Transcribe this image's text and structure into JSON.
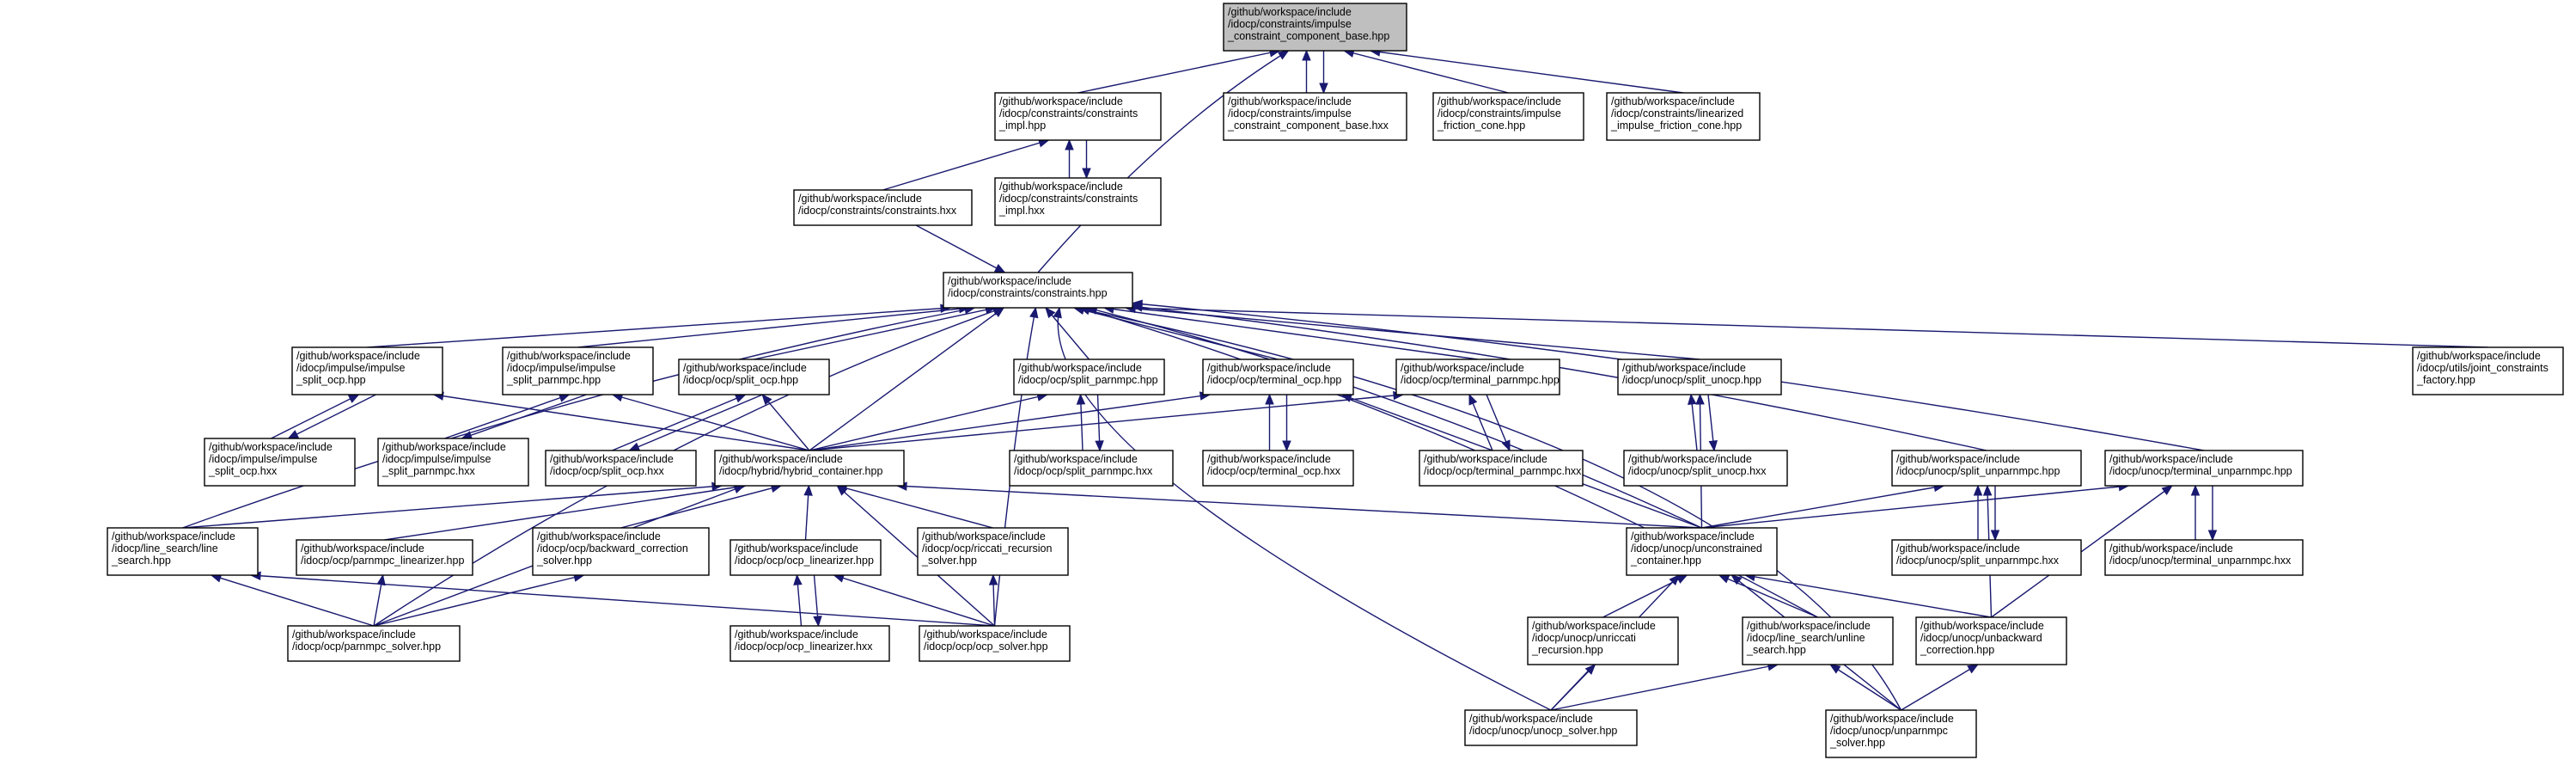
{
  "graph": {
    "nodes": [
      {
        "id": "cc_base",
        "lines": [
          "/github/workspace/include",
          "/idocp/constraints/impulse",
          "_constraint_component_base.hpp"
        ],
        "focus": true
      },
      {
        "id": "constraints_impl",
        "lines": [
          "/github/workspace/include",
          "/idocp/constraints/constraints",
          "_impl.hpp"
        ]
      },
      {
        "id": "cc_base_hxx",
        "lines": [
          "/github/workspace/include",
          "/idocp/constraints/impulse",
          "_constraint_component_base.hxx"
        ]
      },
      {
        "id": "impulse_fric",
        "lines": [
          "/github/workspace/include",
          "/idocp/constraints/impulse",
          "_friction_cone.hpp"
        ]
      },
      {
        "id": "linearized_fric",
        "lines": [
          "/github/workspace/include",
          "/idocp/constraints/linearized",
          "_impulse_friction_cone.hpp"
        ]
      },
      {
        "id": "constraints_hxx",
        "lines": [
          "/github/workspace/include",
          "/idocp/constraints/constraints.hxx"
        ]
      },
      {
        "id": "constraints_impl_hxx",
        "lines": [
          "/github/workspace/include",
          "/idocp/constraints/constraints",
          "_impl.hxx"
        ]
      },
      {
        "id": "constraints_hpp",
        "lines": [
          "/github/workspace/include",
          "/idocp/constraints/constraints.hpp"
        ]
      },
      {
        "id": "imp_split_ocp",
        "lines": [
          "/github/workspace/include",
          "/idocp/impulse/impulse",
          "_split_ocp.hpp"
        ]
      },
      {
        "id": "imp_split_pmpc",
        "lines": [
          "/github/workspace/include",
          "/idocp/impulse/impulse",
          "_split_parnmpc.hpp"
        ]
      },
      {
        "id": "split_ocp",
        "lines": [
          "/github/workspace/include",
          "/idocp/ocp/split_ocp.hpp"
        ]
      },
      {
        "id": "split_pmpc",
        "lines": [
          "/github/workspace/include",
          "/idocp/ocp/split_parnmpc.hpp"
        ]
      },
      {
        "id": "terminal_ocp",
        "lines": [
          "/github/workspace/include",
          "/idocp/ocp/terminal_ocp.hpp"
        ]
      },
      {
        "id": "terminal_pmpc",
        "lines": [
          "/github/workspace/include",
          "/idocp/ocp/terminal_parnmpc.hpp"
        ]
      },
      {
        "id": "split_unocp",
        "lines": [
          "/github/workspace/include",
          "/idocp/unocp/split_unocp.hpp"
        ]
      },
      {
        "id": "joint_factory",
        "lines": [
          "/github/workspace/include",
          "/idocp/utils/joint_constraints",
          "_factory.hpp"
        ]
      },
      {
        "id": "imp_split_ocp_hxx",
        "lines": [
          "/github/workspace/include",
          "/idocp/impulse/impulse",
          "_split_ocp.hxx"
        ]
      },
      {
        "id": "imp_split_pmpc_hxx",
        "lines": [
          "/github/workspace/include",
          "/idocp/impulse/impulse",
          "_split_parnmpc.hxx"
        ]
      },
      {
        "id": "split_ocp_hxx",
        "lines": [
          "/github/workspace/include",
          "/idocp/ocp/split_ocp.hxx"
        ]
      },
      {
        "id": "hybrid",
        "lines": [
          "/github/workspace/include",
          "/idocp/hybrid/hybrid_container.hpp"
        ]
      },
      {
        "id": "split_pmpc_hxx",
        "lines": [
          "/github/workspace/include",
          "/idocp/ocp/split_parnmpc.hxx"
        ]
      },
      {
        "id": "terminal_ocp_hxx",
        "lines": [
          "/github/workspace/include",
          "/idocp/ocp/terminal_ocp.hxx"
        ]
      },
      {
        "id": "terminal_pmpc_hxx",
        "lines": [
          "/github/workspace/include",
          "/idocp/ocp/terminal_parnmpc.hxx"
        ]
      },
      {
        "id": "split_unocp_hxx",
        "lines": [
          "/github/workspace/include",
          "/idocp/unocp/split_unocp.hxx"
        ]
      },
      {
        "id": "split_unpmpc",
        "lines": [
          "/github/workspace/include",
          "/idocp/unocp/split_unparnmpc.hpp"
        ]
      },
      {
        "id": "terminal_unpmpc",
        "lines": [
          "/github/workspace/include",
          "/idocp/unocp/terminal_unparnmpc.hpp"
        ]
      },
      {
        "id": "line_search",
        "lines": [
          "/github/workspace/include",
          "/idocp/line_search/line",
          "_search.hpp"
        ]
      },
      {
        "id": "pmpc_linearizer",
        "lines": [
          "/github/workspace/include",
          "/idocp/ocp/parnmpc_linearizer.hpp"
        ]
      },
      {
        "id": "backward_corr",
        "lines": [
          "/github/workspace/include",
          "/idocp/ocp/backward_correction",
          "_solver.hpp"
        ]
      },
      {
        "id": "ocp_linearizer",
        "lines": [
          "/github/workspace/include",
          "/idocp/ocp/ocp_linearizer.hpp"
        ]
      },
      {
        "id": "riccati_rec",
        "lines": [
          "/github/workspace/include",
          "/idocp/ocp/riccati_recursion",
          "_solver.hpp"
        ]
      },
      {
        "id": "unconstrained",
        "lines": [
          "/github/workspace/include",
          "/idocp/unocp/unconstrained",
          "_container.hpp"
        ]
      },
      {
        "id": "split_unpmpc_hxx",
        "lines": [
          "/github/workspace/include",
          "/idocp/unocp/split_unparnmpc.hxx"
        ]
      },
      {
        "id": "terminal_unpmpc_hxx",
        "lines": [
          "/github/workspace/include",
          "/idocp/unocp/terminal_unparnmpc.hxx"
        ]
      },
      {
        "id": "pmpc_solver",
        "lines": [
          "/github/workspace/include",
          "/idocp/ocp/parnmpc_solver.hpp"
        ]
      },
      {
        "id": "ocp_linearizer_hxx",
        "lines": [
          "/github/workspace/include",
          "/idocp/ocp/ocp_linearizer.hxx"
        ]
      },
      {
        "id": "ocp_solver",
        "lines": [
          "/github/workspace/include",
          "/idocp/ocp/ocp_solver.hpp"
        ]
      },
      {
        "id": "unriccati",
        "lines": [
          "/github/workspace/include",
          "/idocp/unocp/unriccati",
          "_recursion.hpp"
        ]
      },
      {
        "id": "unline_search",
        "lines": [
          "/github/workspace/include",
          "/idocp/line_search/unline",
          "_search.hpp"
        ]
      },
      {
        "id": "unbackward",
        "lines": [
          "/github/workspace/include",
          "/idocp/unocp/unbackward",
          "_correction.hpp"
        ]
      },
      {
        "id": "unocp_solver",
        "lines": [
          "/github/workspace/include",
          "/idocp/unocp/unocp_solver.hpp"
        ]
      },
      {
        "id": "unpmpc_solver",
        "lines": [
          "/github/workspace/include",
          "/idocp/unocp/unparnmpc",
          "_solver.hpp"
        ]
      }
    ]
  },
  "style": {
    "edge_color": "#191970",
    "node_border": "#000000",
    "focus_fill": "#bfbfbf",
    "node_fill": "#ffffff"
  }
}
